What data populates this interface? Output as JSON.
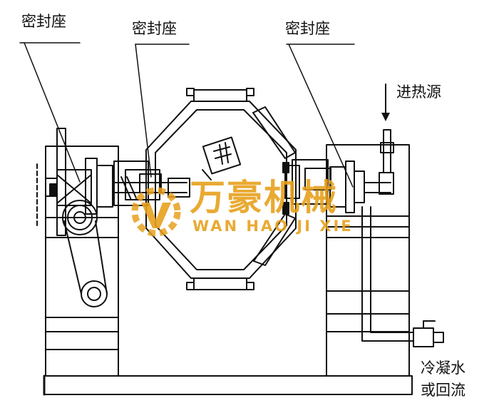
{
  "labels": {
    "seal_left": "密封座",
    "seal_middle": "密封座",
    "seal_right": "密封座",
    "heat_inlet": "进热源",
    "condensate_line1": "冷凝水",
    "condensate_line2": "或回流"
  },
  "watermark": {
    "brand_cn": "万豪机械",
    "brand_en": "WAN HAO JI XIE",
    "color": "#e7a11e"
  },
  "colors": {
    "line": "#111111",
    "background": "#ffffff"
  }
}
